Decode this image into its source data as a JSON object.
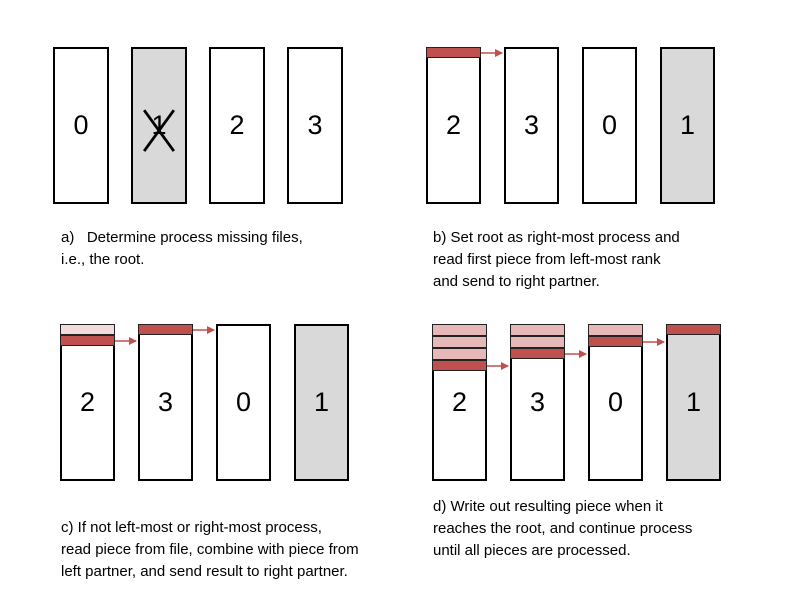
{
  "colors": {
    "piece_dark": "#c0504d",
    "piece_light": "#e6b9b8",
    "piece_faint": "#f2dcdb",
    "root_fill": "#d9d9d9",
    "arrow": "#c0504d"
  },
  "panels": {
    "a": {
      "boxes": [
        {
          "label": "0",
          "root": false
        },
        {
          "label": "1",
          "root": true,
          "crossed": true
        },
        {
          "label": "2",
          "root": false
        },
        {
          "label": "3",
          "root": false
        }
      ],
      "caption_lines": [
        "a)   Determine process missing files,",
        "i.e., the root."
      ]
    },
    "b": {
      "boxes": [
        {
          "label": "2",
          "root": false
        },
        {
          "label": "3",
          "root": false
        },
        {
          "label": "0",
          "root": false
        },
        {
          "label": "1",
          "root": true
        }
      ],
      "caption_lines": [
        "b) Set root as right-most process and",
        "read first piece from left-most rank",
        "and send to right partner."
      ]
    },
    "c": {
      "boxes": [
        {
          "label": "2",
          "root": false
        },
        {
          "label": "3",
          "root": false
        },
        {
          "label": "0",
          "root": false
        },
        {
          "label": "1",
          "root": true
        }
      ],
      "caption_lines": [
        "c) If not left-most or right-most process,",
        "read piece from file, combine with piece from",
        "left partner, and send result to right partner."
      ]
    },
    "d": {
      "boxes": [
        {
          "label": "2",
          "root": false
        },
        {
          "label": "3",
          "root": false
        },
        {
          "label": "0",
          "root": false
        },
        {
          "label": "1",
          "root": true
        }
      ],
      "caption_lines": [
        "d) Write out resulting piece when it",
        "reaches the root, and continue process",
        "until all pieces are processed."
      ]
    }
  }
}
